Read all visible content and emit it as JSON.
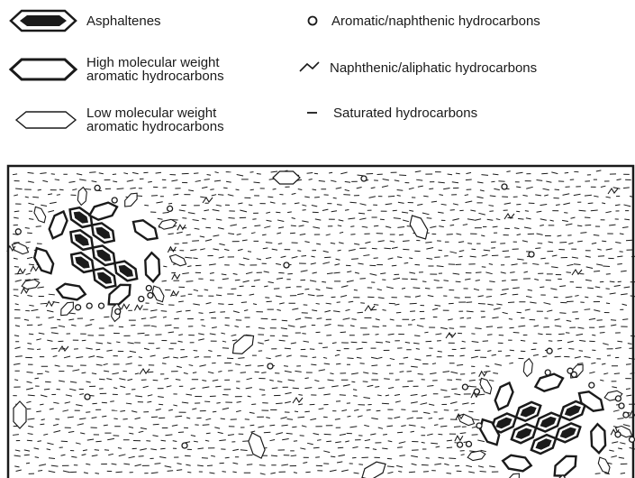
{
  "legend": {
    "items": [
      {
        "icon": "asphaltene-hexagon-filled-icon",
        "label": "Asphaltenes"
      },
      {
        "icon": "hexagon-bold-outline-icon",
        "label_line1": "High molecular weight",
        "label_line2": "aromatic hydrocarbons"
      },
      {
        "icon": "hexagon-thin-outline-icon",
        "label_line1": "Low molecular weight",
        "label_line2": "aromatic hydrocarbons"
      },
      {
        "icon": "small-circle-icon",
        "label": "Aromatic/naphthenic hydrocarbons"
      },
      {
        "icon": "zigzag-icon",
        "label": "Naphthenic/aliphatic hydrocarbons"
      },
      {
        "icon": "dash-icon",
        "label": "Saturated hydrocarbons"
      }
    ]
  },
  "colors": {
    "ink": "#1a1a1a",
    "background": "#ffffff"
  }
}
